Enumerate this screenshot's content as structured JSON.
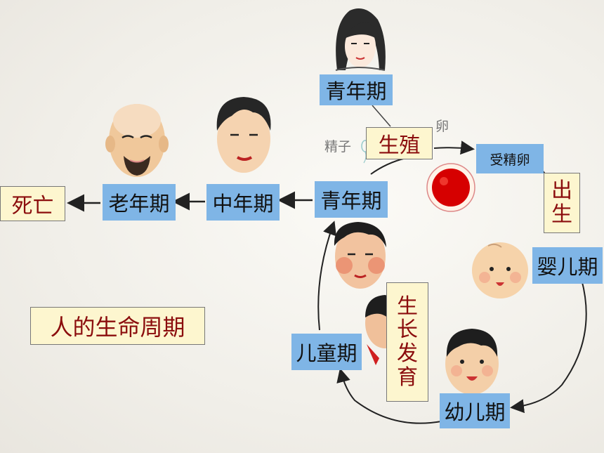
{
  "title": "人的生命周期",
  "stages": {
    "youth_top": "青年期",
    "youth": "青年期",
    "middle_age": "中年期",
    "old_age": "老年期",
    "death": "死亡",
    "reproduction": "生殖",
    "zygote": "受精卵",
    "birth": [
      "出",
      "生"
    ],
    "infancy": "婴儿期",
    "toddler": "幼儿期",
    "childhood": "儿童期",
    "growth": [
      "生",
      "长",
      "发",
      "育"
    ]
  },
  "small_labels": {
    "sperm": "精子",
    "egg": "卵"
  },
  "colors": {
    "stage_box": "#7fb5e6",
    "note_box": "#fdf6cf",
    "note_text": "#8b0d0d",
    "zygote_fill": "#d60000"
  },
  "icons": [
    "woman-face-icon",
    "old-man-face-icon",
    "middle-aged-man-face-icon",
    "young-man-face-icon",
    "boy-face-icon",
    "infant-face-icon",
    "toddler-face-icon",
    "zygote-icon",
    "sperm-icon"
  ]
}
